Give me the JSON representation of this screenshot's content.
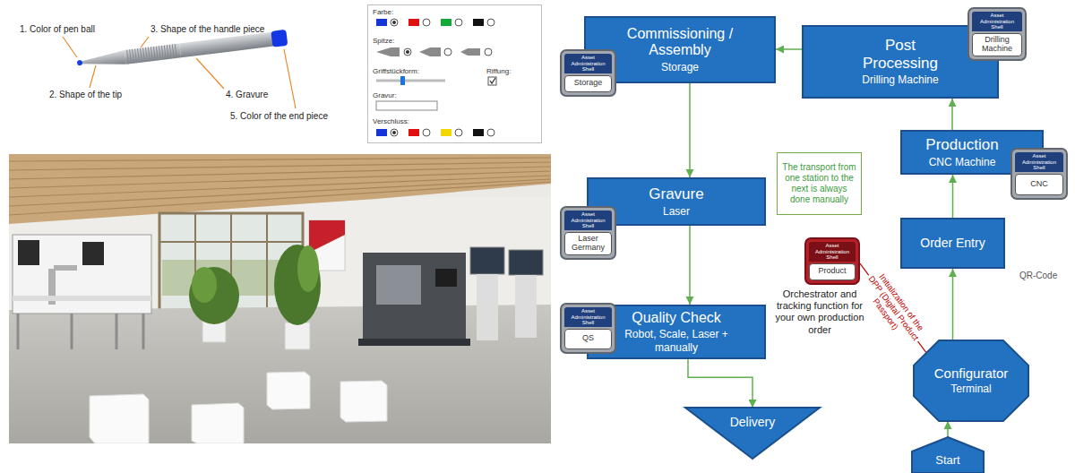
{
  "diagram": {
    "nodes": [
      {
        "text": [
          "Farbe:",
          "Spitze:",
          "Griffstückform:",
          "Riffung:",
          "Gravur:",
          "Verschluss:"
        ]
      },
      {
        "text": [
          "Commissioning / Assembly",
          "Storage"
        ]
      },
      {
        "text": [
          "Asset Administration Shell",
          "Storage"
        ]
      },
      {
        "text": [
          "Post Processing",
          "Drilling Machine"
        ]
      },
      {
        "text": [
          "Asset Administration Shell",
          "Drilling Machine"
        ]
      },
      {
        "text": [
          "The transport from one station to the next is always done manually"
        ]
      },
      {
        "text": [
          "Production",
          "CNC Machine"
        ]
      },
      {
        "text": [
          "Asset Administration Shell",
          "CNC"
        ]
      },
      {
        "text": [
          "Gravure",
          "Laser"
        ]
      },
      {
        "text": [
          "Asset Administration Shell",
          "Laser Germany"
        ]
      },
      {
        "text": [
          "Order Entry"
        ]
      },
      {
        "text": [
          "Asset Administration Shell",
          "Product"
        ]
      },
      {
        "text": [
          "Quality Check",
          "Robot, Scale, Laser + manually"
        ]
      },
      {
        "text": [
          "Asset Administration Shell",
          "QS"
        ]
      },
      {
        "text": [
          "Configurator",
          "Terminal"
        ]
      },
      {
        "text": [
          "Delivery"
        ]
      },
      {
        "text": [
          "Start"
        ]
      }
    ],
    "edges": [
      {
        "from": 16,
        "to": 14,
        "arrow": "to"
      },
      {
        "from": 14,
        "to": 10,
        "arrow": "to"
      },
      {
        "from": 10,
        "to": 6,
        "arrow": "to"
      },
      {
        "from": 6,
        "to": 3,
        "arrow": "to"
      },
      {
        "from": 3,
        "to": 1,
        "arrow": "to"
      },
      {
        "from": 1,
        "to": 8,
        "arrow": "to"
      },
      {
        "from": 8,
        "to": 12,
        "arrow": "to"
      },
      {
        "from": 12,
        "to": 15,
        "arrow": "to"
      },
      {
        "from": 14,
        "to": 11,
        "label": "Initialization of the DPP (Digital Product Passport)",
        "arrow": "none"
      }
    ],
    "labels": [
      "1. Color of pen ball",
      "2. Shape of the tip",
      "3. Shape of the handle piece",
      "4. Gravure",
      "5. Color of the end piece",
      "QR-Code",
      "Orchestrator and tracking function for your own production order"
    ]
  }
}
